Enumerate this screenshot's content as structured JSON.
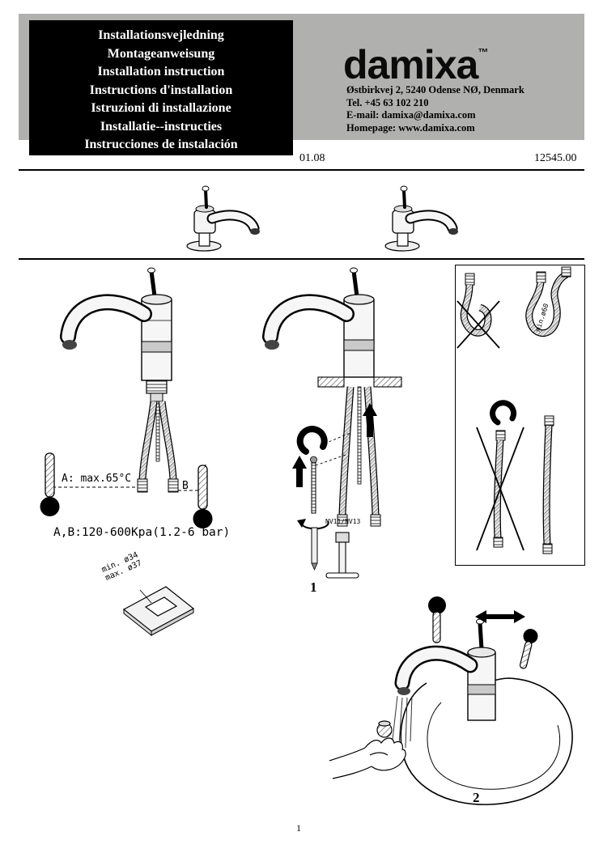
{
  "colors": {
    "header_background": "#b0b0af",
    "language_box_background": "#000000",
    "ink": "#000000"
  },
  "header": {
    "languages": [
      "Installationsvejledning",
      "Montageanweisung",
      "Installation instruction",
      "Instructions d'installation",
      "Istruzioni di installazione",
      "Installatie--instructies",
      "Instrucciones de instalación"
    ],
    "brand": "damixa",
    "trademark": "™",
    "contact": {
      "address": "Østbirkvej 2, 5240 Odense NØ, Denmark",
      "phone": "Tel. +45 63 102 210",
      "email": "E-mail: damixa@damixa.com",
      "homepage": "Homepage: www.damixa.com"
    }
  },
  "meta": {
    "date": "01.08",
    "document_number": "12545.00"
  },
  "figures": {
    "left": {
      "temp_max_label": "A:  max.65°C",
      "b_label": "B",
      "pressure_label": "A,B:120-600Kpa(1.2-6  bar)",
      "hole_min_label": "min. ø34",
      "hole_max_label": "max. ø37"
    },
    "middle": {
      "tool_label": "NV11/NV13",
      "step_number": "1"
    },
    "right_panel": {
      "min_radius_label": "min.ø60"
    },
    "step2": {
      "step_number": "2"
    }
  },
  "footer": {
    "page_number": "1"
  }
}
